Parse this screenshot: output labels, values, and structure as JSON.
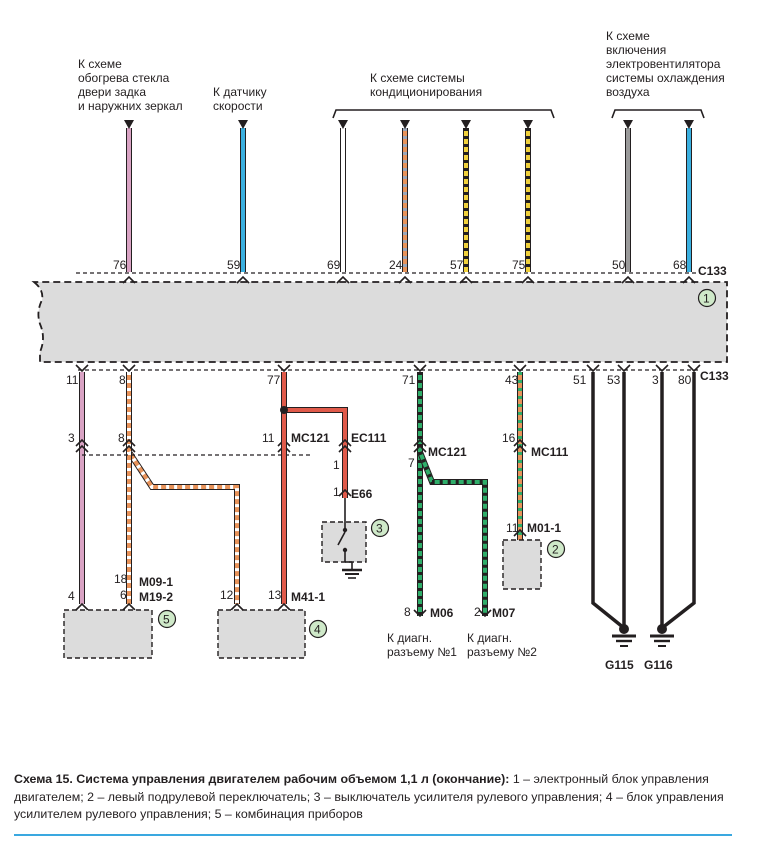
{
  "top_notes": {
    "heating": [
      "К схеме",
      "обогрева стекла",
      "двери задка",
      "и наружних зеркал"
    ],
    "speed_sensor": [
      "К датчику",
      "скорости"
    ],
    "ac_system": [
      "К схеме системы",
      "кондиционирования"
    ],
    "fan": [
      "К схеме",
      "включения",
      "электровентилятора",
      "системы охлаждения",
      "воздуха"
    ]
  },
  "ecu": {
    "connector": "C133",
    "number": "1",
    "top_pins": [
      "76",
      "59",
      "69",
      "24",
      "57",
      "75",
      "50",
      "68"
    ],
    "bottom_pins": [
      "11",
      "8",
      "77",
      "71",
      "43",
      "51",
      "53",
      "3",
      "80"
    ]
  },
  "labels": {
    "pin_3": "3",
    "pin_8": "8",
    "pin_11a": "11",
    "mc121_a": "MC121",
    "ec111": "EC111",
    "pin_1a": "1",
    "pin_1b": "1",
    "e66": "E66",
    "pin_7": "7",
    "mc121_b": "MC121",
    "pin_16": "16",
    "mc111": "MC111",
    "pin_11b": "11",
    "m01_1": "M01-1",
    "pin_4": "4",
    "pin_18": "18",
    "m09_1": "M09-1",
    "pin_6": "6",
    "m19_2": "M19-2",
    "pin_12": "12",
    "pin_13": "13",
    "m41_1": "M41-1",
    "pin_8b": "8",
    "m06": "M06",
    "pin_2": "2",
    "m07": "M07",
    "diag1": [
      "К диагн.",
      "разъему №1"
    ],
    "diag2": [
      "К диагн.",
      "разъему №2"
    ],
    "g115": "G115",
    "g116": "G116"
  },
  "components": {
    "c2": "2",
    "c3": "3",
    "c4": "4",
    "c5": "5"
  },
  "caption": {
    "title": "Схема 15. Система управления двигателем рабочим объемом 1,1  л (окончание):",
    "text": " 1 – электронный блок управления двигателем; 2 – левый подрулевой переключатель; 3 – выключатель усилителя рулевого управления; 4 – блок управления усилителем рулевого управления; 5 – комбинация приборов"
  },
  "colors": {
    "pink": "#d9a3c4",
    "blue": "#3ab0e0",
    "white_wire": "#ffffff",
    "orange": "#e8935a",
    "black_yellow": "#f1d13b",
    "gray": "#9a9a9a",
    "red": "#e05a4a",
    "green": "#2fae6a",
    "block_fill": "#dcdcdc",
    "line": "#231f20",
    "marker_fill": "#cfe9c9",
    "accent": "#3aa8e0"
  }
}
